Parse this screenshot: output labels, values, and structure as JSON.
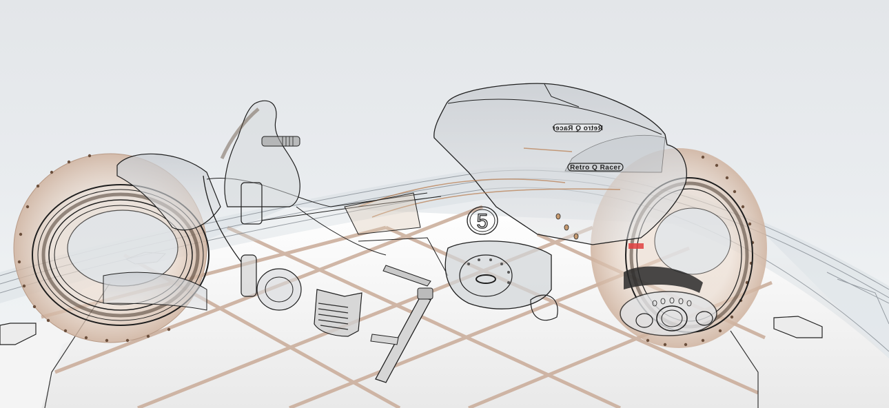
{
  "scene": {
    "description": "Transparent X-ray CAD render of a futuristic hubless-wheel motorcycle on a tiled platform",
    "colors": {
      "background_top": "#e3e6e9",
      "background_bottom": "#f2f4f5",
      "floor_tile": "#f7f7f7",
      "grout": "#c9ab98",
      "wheel_rim": "#d8c2b1",
      "rim_bolt": "#6b4f3c",
      "body_glass": "#c9cdd2",
      "outline": "#1e1e1e",
      "accent_red": "#e04040",
      "accent_copper": "#b87a4b"
    }
  },
  "motorcycle": {
    "fairing_badge_upper": "Retro Q Racer",
    "fairing_badge_lower": "Retro Q Racer",
    "race_number": "5"
  }
}
